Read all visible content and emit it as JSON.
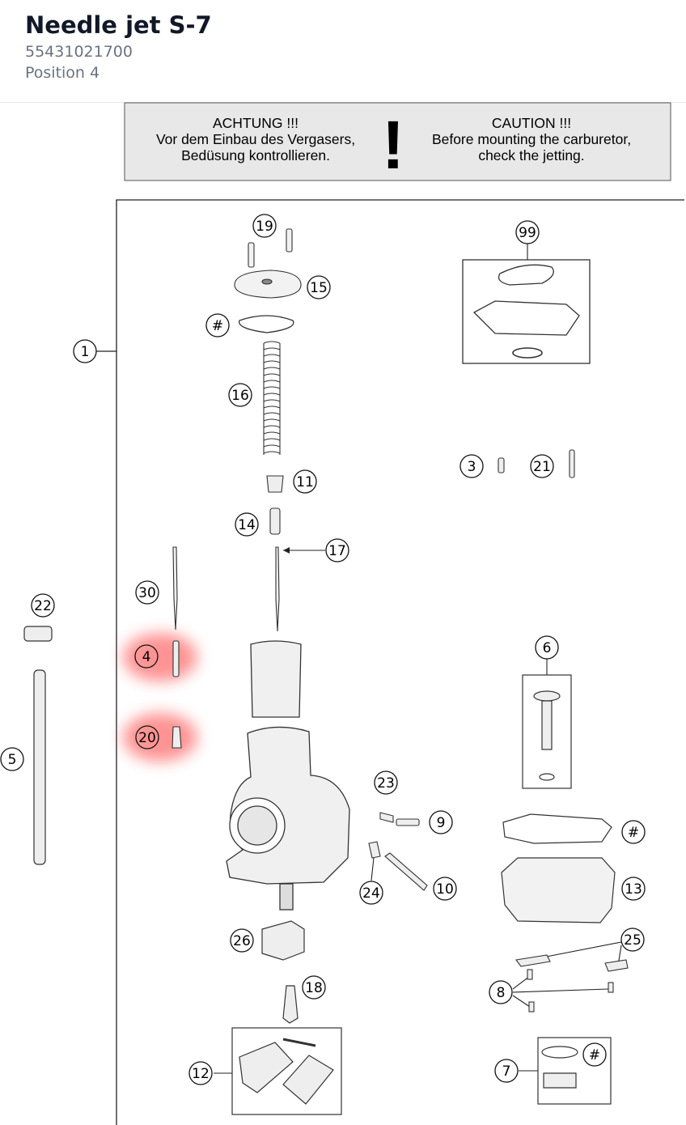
{
  "header": {
    "title": "Needle jet S-7",
    "part_number": "55431021700",
    "position": "Position 4"
  },
  "warning": {
    "de_line1": "ACHTUNG !!!",
    "de_line2": "Vor dem Einbau des Vergasers,",
    "de_line3": "Bedüsung kontrollieren.",
    "mark": "!",
    "en_line1": "CAUTION !!!",
    "en_line2": "Before mounting the carburetor,",
    "en_line3": "check the jetting."
  },
  "callouts": {
    "c1": "1",
    "c3": "3",
    "c4": "4",
    "c5": "5",
    "c6": "6",
    "c7": "7",
    "c8": "8",
    "c9": "9",
    "c10": "10",
    "c11": "11",
    "c12": "12",
    "c13": "13",
    "c14": "14",
    "c15": "15",
    "c16": "16",
    "c17": "17",
    "c18": "18",
    "c19": "19",
    "c20": "20",
    "c21": "21",
    "c22": "22",
    "c23": "23",
    "c24": "24",
    "c25": "25",
    "c26": "26",
    "c30": "30",
    "c99": "99",
    "hash": "#"
  },
  "highlight_color": "#ff3b3b",
  "highlighted_callouts": [
    "4",
    "20"
  ]
}
